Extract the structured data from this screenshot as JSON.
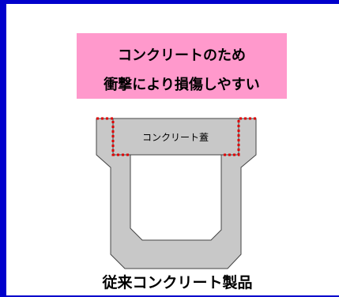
{
  "callout": {
    "line1": "コンクリートのため",
    "line2": "衝撃により損傷しやすい",
    "background": "#ff99cc"
  },
  "diagram": {
    "lid_label": "コンクリート蓋",
    "body_fill": "#c8c8c8",
    "damage_marker_color": "#dd0000"
  },
  "caption": "従来コンクリート製品",
  "frame_color": "#0000cc"
}
